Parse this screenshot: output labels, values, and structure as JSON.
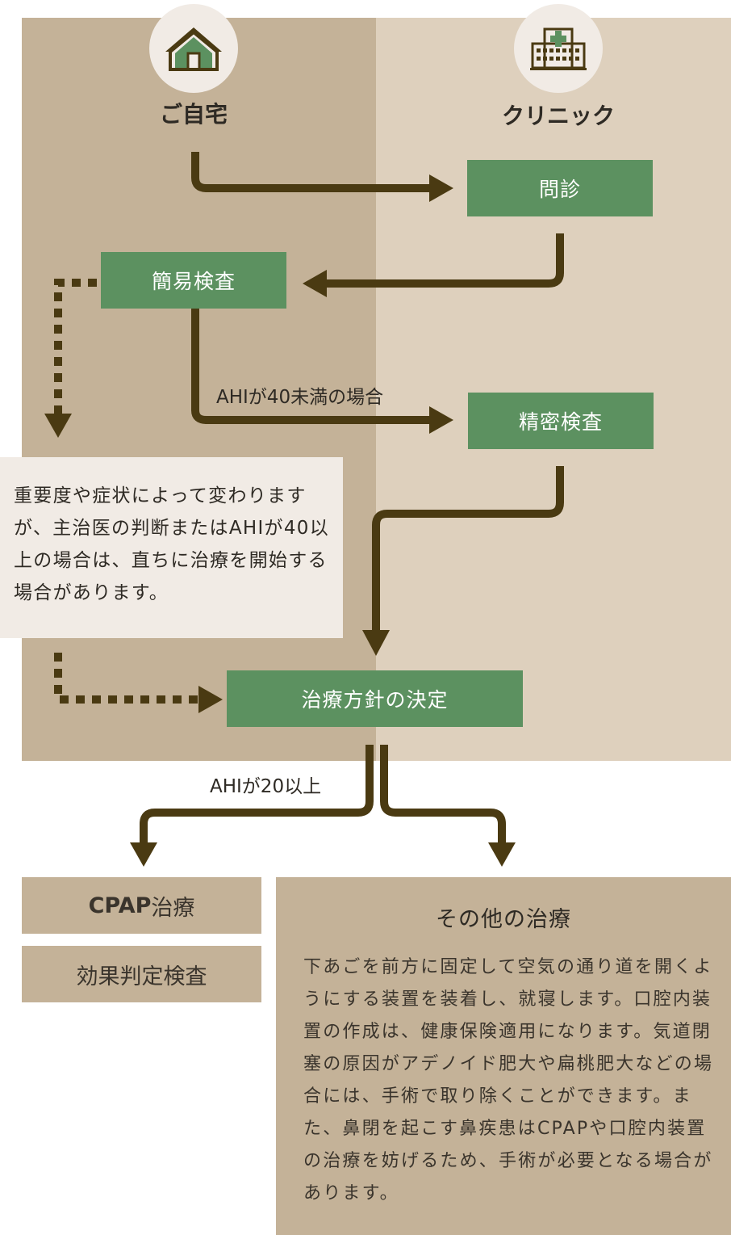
{
  "home": {
    "label": "ご自宅",
    "icon": "house-icon"
  },
  "clinic": {
    "label": "クリニック",
    "icon": "hospital-icon"
  },
  "steps": {
    "interview": "問診",
    "simple_test": "簡易検査",
    "detailed_test": "精密検査",
    "decision": "治療方針の決定"
  },
  "conditions": {
    "ahi_under_40": "AHIが40未満の場合",
    "ahi_20_or_more": "AHIが20以上"
  },
  "note": "重要度や症状によって変わりますが、主治医の判断またはAHIが40以上の場合は、直ちに治療を開始する場合があります。",
  "treatments": {
    "cpap": {
      "bold": "CPAP",
      "rest": "治療"
    },
    "effect_test": "効果判定検査",
    "other_title": "その他の治療",
    "other_body": "下あごを前方に固定して空気の通り道を開くようにする装置を装着し、就寝します。口腔内装置の作成は、健康保険適用になります。気道閉塞の原因がアデノイド肥大や扁桃肥大などの場合には、手術で取り除くことができます。また、鼻閉を起こす鼻疾患はCPAPや口腔内装置の治療を妨げるため、手術が必要となる場合があります。"
  },
  "colors": {
    "green_box": "#5c9160",
    "arrow": "#4a3a12",
    "home_column": "#c4b298",
    "clinic_column": "#ded0bd",
    "note_bg": "#f1ebe5"
  }
}
